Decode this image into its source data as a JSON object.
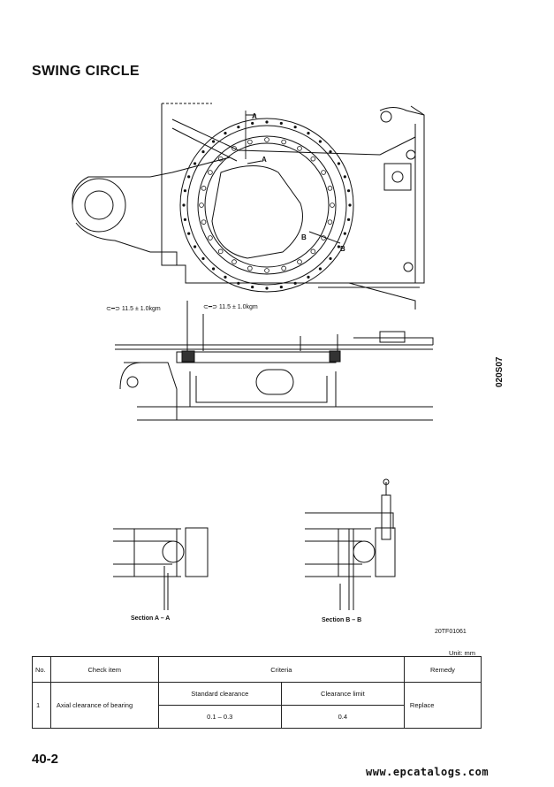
{
  "page": {
    "title": "SWING CIRCLE",
    "side_code": "020S07",
    "figure_code": "20TF01061",
    "page_number": "40-2",
    "watermark": "www.epcatalogs.com"
  },
  "figure": {
    "labels": {
      "section_mark_a_top": "A",
      "section_mark_a_inner": "A",
      "section_mark_b_left": "B",
      "section_mark_b_right": "B"
    },
    "torque_callouts": [
      {
        "text": "11.5 ± 1.0kgm"
      },
      {
        "text": "11.5 ± 1.0kgm"
      }
    ],
    "sections": [
      {
        "label": "Section A – A"
      },
      {
        "label": "Section B – B"
      }
    ]
  },
  "table": {
    "unit": "Unit: mm",
    "headers": {
      "no": "No.",
      "check_item": "Check item",
      "criteria": "Criteria",
      "remedy": "Remedy"
    },
    "subheaders": {
      "standard": "Standard clearance",
      "limit": "Clearance limit"
    },
    "rows": [
      {
        "no": "1",
        "item": "Axial clearance of bearing",
        "standard": "0.1 – 0.3",
        "limit": "0.4",
        "remedy": "Replace"
      }
    ]
  }
}
